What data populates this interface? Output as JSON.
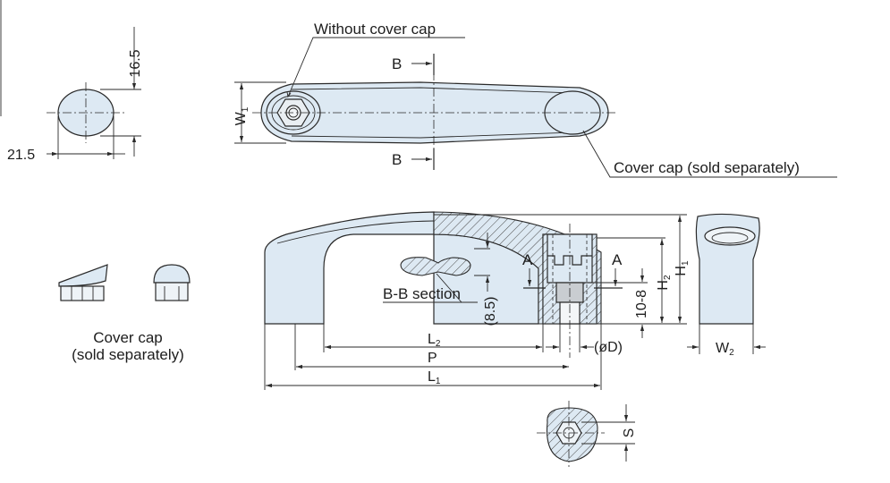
{
  "labels": {
    "without_cover_cap": "Without cover cap",
    "cover_cap_sold_separately": "Cover cap (sold separately)",
    "cover_cap_line1": "Cover cap",
    "cover_cap_line2": "(sold separately)",
    "bb_section": "B-B section"
  },
  "section_marks": {
    "b_top": "B",
    "b_bottom": "B",
    "a_left": "A",
    "a_right": "A"
  },
  "dimensions": {
    "cap_height": "16.5",
    "cap_width": "21.5",
    "w1_main": "W",
    "w1_sub": "1",
    "h1_main": "H",
    "h1_sub": "1",
    "h2_main": "H",
    "h2_sub": "2",
    "hole_depth": "10-8",
    "rib_height": "(8.5)",
    "l2_main": "L",
    "l2_sub": "2",
    "p": "P",
    "l1_main": "L",
    "l1_sub": "1",
    "od": "(øD)",
    "w2_main": "W",
    "w2_sub": "2",
    "s": "S"
  },
  "colors": {
    "body_fill": "#dde9f3",
    "line": "#2a2a2a"
  }
}
